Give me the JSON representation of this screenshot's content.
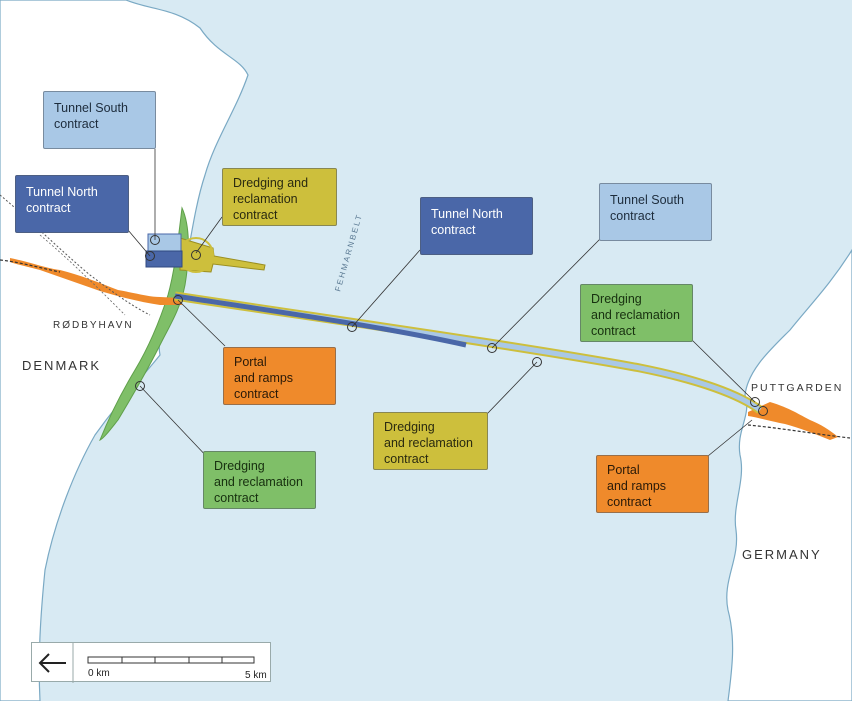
{
  "map": {
    "colors": {
      "sea": "#d8eaf3",
      "land": "#ffffff",
      "coast": "#7aa9c4",
      "tunnel_south": "#a9c8e6",
      "tunnel_north": "#4a67a8",
      "dredging_yellow": "#cdbf3c",
      "portal_orange": "#ef8a2b",
      "dredging_green": "#7fbf68"
    },
    "places": {
      "denmark": "DENMARK",
      "rodbyhavn": "RØDBYHAVN",
      "fehmarnbelt": "FEHMARNBELT",
      "puttgarden": "PUTTGARDEN",
      "germany": "GERMANY"
    },
    "labels": {
      "tunnel_south_dk": [
        "Tunnel South",
        "contract"
      ],
      "tunnel_north_dk": [
        "Tunnel North",
        "contract"
      ],
      "dredging_yellow_dk": [
        "Dredging and",
        "reclamation",
        "contract"
      ],
      "portal_dk": [
        "Portal",
        "and ramps",
        "contract"
      ],
      "dredging_green_dk": [
        "Dredging",
        "and reclamation",
        "contract"
      ],
      "tunnel_north_sea": [
        "Tunnel North",
        "contract"
      ],
      "tunnel_south_sea": [
        "Tunnel South",
        "contract"
      ],
      "dredging_green_de": [
        "Dredging",
        "and reclamation",
        "contract"
      ],
      "dredging_yellow_sea": [
        "Dredging",
        "and reclamation",
        "contract"
      ],
      "portal_de": [
        "Portal",
        "and ramps",
        "contract"
      ]
    },
    "scale": {
      "start": "0 km",
      "end": "5 km",
      "arrow_icon": "arrow-left-icon"
    }
  }
}
